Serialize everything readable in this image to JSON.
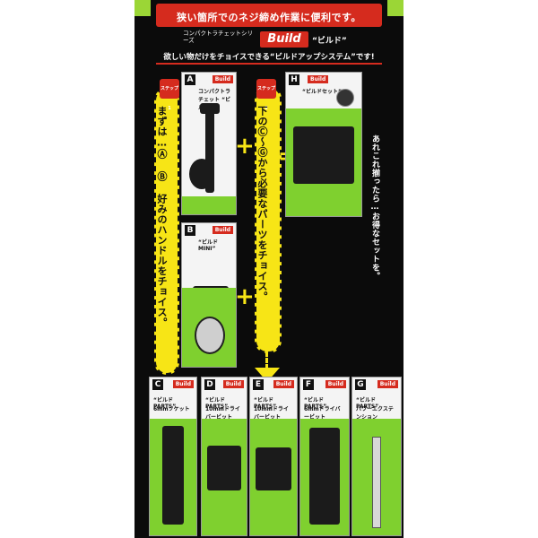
{
  "header": {
    "title": "狭い箇所でのネジ締め作業に便利です。",
    "series": "コンパクトラチェットシリーズ",
    "brand": "Build",
    "brand_kana": "“ビルド”",
    "tagline": "欲しい物だけをチョイスできる“ビルドアップシステム”です!"
  },
  "colors": {
    "accent_green": "#7fd02f",
    "brand_red": "#d52b1e",
    "bubble_yellow": "#f7e516",
    "panel": "#0b0b0b"
  },
  "steps": {
    "step1_tag": "ステップ1",
    "step2_tag": "ステップ2",
    "step1_text": "まずは…Ⓐ Ⓑ 好みのハンドルをチョイス。",
    "step2_text": "下のⒸ～Ⓖから必要なパーツをチョイス。",
    "side_note": "あれこれ揃ったら…お得なセットを。"
  },
  "operators": {
    "plus": "+",
    "equals": "="
  },
  "cards": {
    "A": {
      "letter": "A",
      "brand": "Build",
      "name": "コンパクトラチェット “ビルド”"
    },
    "B": {
      "letter": "B",
      "brand": "Build",
      "name": "“ビルドMINI”"
    },
    "H": {
      "letter": "H",
      "brand": "Build",
      "name": "“ビルドセット”"
    },
    "C": {
      "letter": "C",
      "brand": "Build",
      "parts": "“ビルドPARTS”",
      "name": "6mmソケット"
    },
    "D": {
      "letter": "D",
      "brand": "Build",
      "parts": "“ビルドPARTS”",
      "name": "10mmドライバービット"
    },
    "E": {
      "letter": "E",
      "brand": "Build",
      "parts": "“ビルドPARTS”",
      "name": "10mmドライバービット"
    },
    "F": {
      "letter": "F",
      "brand": "Build",
      "parts": "“ビルドPARTS”",
      "name": "6mmドライバービット"
    },
    "G": {
      "letter": "G",
      "brand": "Build",
      "parts": "“ビルドPARTS”",
      "name": "パワーエクステンション"
    }
  }
}
